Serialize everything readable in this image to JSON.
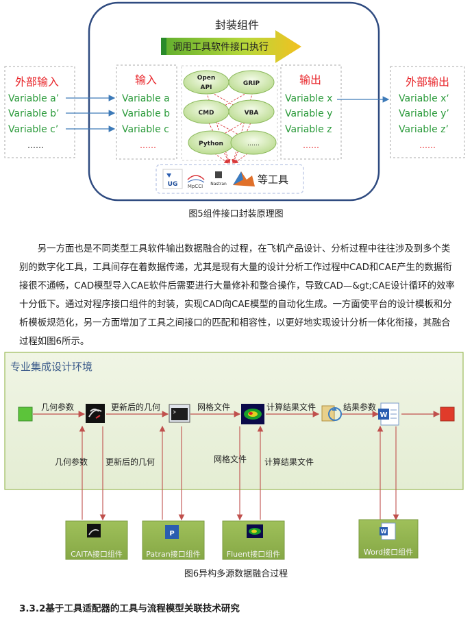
{
  "figure5": {
    "container_title": "封装组件",
    "arrow_label": "调用工具软件接口执行",
    "external_input": {
      "title": "外部输入",
      "items": [
        "Variable a’",
        "Variable b’",
        "Variable c’",
        "……"
      ]
    },
    "input": {
      "title": "输入",
      "items": [
        "Variable a",
        "Variable b",
        "Variable c",
        "……"
      ]
    },
    "output": {
      "title": "输出",
      "items": [
        "Variable x",
        "Variable y",
        "Variable z",
        "……"
      ]
    },
    "external_output": {
      "title": "外部输出",
      "items": [
        "Variable x‘",
        "Variable y’",
        "Variable z’",
        "……"
      ]
    },
    "interfaces": {
      "open_api_line1": "Open",
      "open_api_line2": "API",
      "grip": "GRIP",
      "cmd": "CMD",
      "vba": "VBA",
      "python": "Python",
      "more": "……"
    },
    "tools": {
      "ug": "UG",
      "mpcci": "MpCCI",
      "nastran": "Nastran",
      "etc": "等工具"
    },
    "caption": "图5组件接口封装原理图",
    "colors": {
      "red_title": "#e8262b",
      "green_var": "#2a9a3a",
      "container_border": "#2f4b80",
      "arrow_fill": "#b6d436",
      "oval_fill": "#d7ecb5"
    }
  },
  "paragraph": "另一方面也是不同类型工具软件输出数据融合的过程，在飞机产品设计、分析过程中往往涉及到多个类别的数字化工具，工具间存在着数据传递，尤其是现有大量的设计分析工作过程中CAD和CAE产生的数据衔接很不通畅，CAD模型导入CAE软件后需要进行大量修补和整合操作，导致CAD—&gt;CAE设计循环的效率十分低下。通过对程序接口组件的封装，实现CAD向CAE模型的自动化生成。一方面使平台的设计模板和分析模板规范化，另一方面增加了工具之间接口的匹配和相容性，以更好地实现设计分析一体化衔接，其融合过程如图6所示。",
  "figure6": {
    "env_title": "专业集成设计环境",
    "flow_labels": [
      "几何参数",
      "更新后的几何",
      "网格文件",
      "计算结果文件",
      "结果参数"
    ],
    "vertical_labels": [
      "几何参数",
      "更新后的几何",
      "网格文件",
      "计算结果文件"
    ],
    "components": [
      "CAITA接口组件",
      "Patran接口组件",
      "Fluent接口组件",
      "Word接口组件"
    ],
    "caption": "图6异构多源数据融合过程",
    "colors": {
      "env_bg": "#eaf1dd",
      "env_border": "#9bbb59",
      "start": "#5cc43a",
      "end": "#e03b2a",
      "component_bg": "#8fb24d",
      "line": "#c0504d"
    }
  },
  "section_heading": "3.3.2基于工具适配器的工具与流程模型关联技术研究"
}
